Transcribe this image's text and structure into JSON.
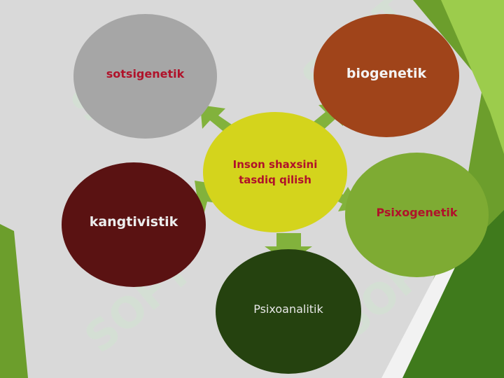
{
  "center": {
    "label_line1": "Inson shaxsini",
    "label_line2": "tasdiq qilish"
  },
  "nodes": {
    "sotsigenetik": {
      "label": "sotsigenetik"
    },
    "biogenetik": {
      "label": "biogenetik"
    },
    "psixogenetik": {
      "label": "Psixogenetik"
    },
    "psixoanalitik": {
      "label": "Psixoanalitik"
    },
    "kangtivistik": {
      "label": "kangtivistik"
    }
  },
  "watermark": {
    "text": "SOFT"
  },
  "colors": {
    "background": "#d9d9d9",
    "center_fill": "#d4d41c",
    "sotsigenetik_fill": "#a6a6a6",
    "biogenetik_fill": "#a0441a",
    "psixogenetik_fill": "#7eab33",
    "psixoanalitik_fill": "#25420f",
    "kangtivistik_fill": "#5a1212",
    "arrow_fill": "#82b23c",
    "label_red": "#b0122a"
  }
}
